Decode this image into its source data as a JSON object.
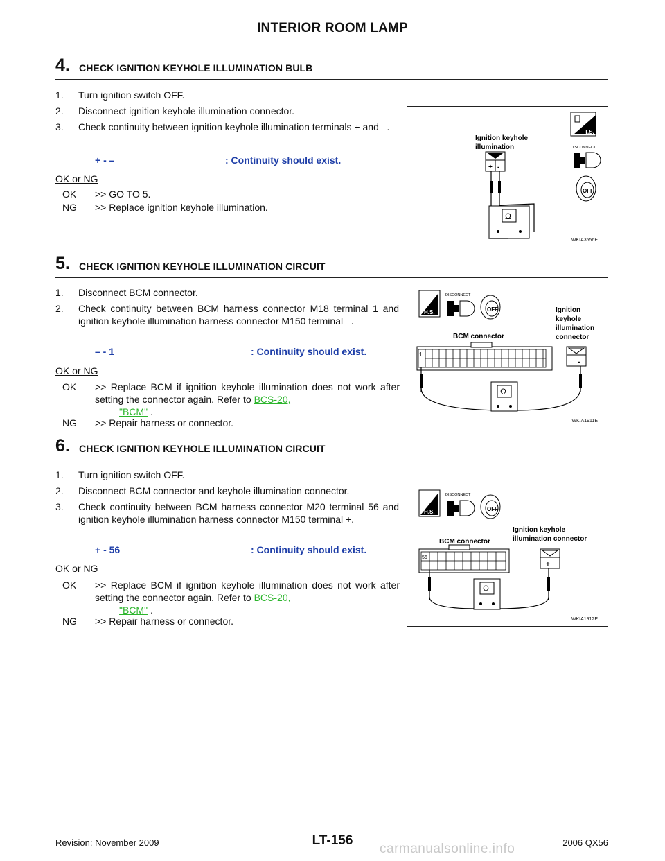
{
  "page": {
    "title": "INTERIOR ROOM LAMP",
    "footer_revision": "Revision: November 2009",
    "footer_page": "LT-156",
    "footer_model": "2006 QX56"
  },
  "steps": [
    {
      "number": "4.",
      "title": "CHECK IGNITION KEYHOLE ILLUMINATION BULB",
      "items": [
        {
          "n": "1.",
          "text": "Turn ignition switch OFF."
        },
        {
          "n": "2.",
          "text": "Disconnect ignition keyhole illumination connector."
        },
        {
          "n": "3.",
          "text": "Check continuity between ignition keyhole illumination terminals + and –."
        }
      ],
      "spec_terminals": "+ - –",
      "spec_result": ": Continuity should exist.",
      "okng": "OK or NG",
      "ok_label": "OK",
      "ok_text": ">> GO TO 5.",
      "ng_label": "NG",
      "ng_text": ">> Replace ignition keyhole illumination.",
      "figure": {
        "code": "WKIA3556E",
        "label_line1": "Ignition keyhole",
        "label_line2": "illumination",
        "badge": "T.S.",
        "disconnect": "DISCONNECT",
        "off": "OFF",
        "plus": "+",
        "minus": "-",
        "ohm": "Ω"
      }
    },
    {
      "number": "5.",
      "title": "CHECK IGNITION KEYHOLE ILLUMINATION CIRCUIT",
      "items": [
        {
          "n": "1.",
          "text": "Disconnect BCM connector."
        },
        {
          "n": "2.",
          "text": "Check continuity between BCM harness connector M18 terminal 1 and ignition keyhole illumination harness connector M150 terminal –."
        }
      ],
      "spec_terminals": "– - 1",
      "spec_result": ": Continuity should exist.",
      "okng": "OK or NG",
      "ok_label": "OK",
      "ok_text": ">> Replace BCM if ignition keyhole illumination does not work after setting the connector again. Refer to",
      "ok_link1": "BCS-20,",
      "ok_link2": "\"BCM\"",
      "ok_tail": ".",
      "ng_label": "NG",
      "ng_text": ">> Repair harness or connector.",
      "figure": {
        "code": "WKIA1911E",
        "badge": "H.S.",
        "disconnect": "DISCONNECT",
        "off": "OFF",
        "bcm_label": "BCM connector",
        "right_l1": "Ignition",
        "right_l2": "keyhole",
        "right_l3": "illumination",
        "right_l4": "connector",
        "pin": "1",
        "minus": "-",
        "ohm": "Ω"
      }
    },
    {
      "number": "6.",
      "title": "CHECK IGNITION KEYHOLE ILLUMINATION CIRCUIT",
      "items": [
        {
          "n": "1.",
          "text": "Turn ignition switch OFF."
        },
        {
          "n": "2.",
          "text": "Disconnect BCM connector and keyhole illumination connector."
        },
        {
          "n": "3.",
          "text": "Check continuity between BCM harness connector M20 terminal 56 and ignition keyhole illumination harness connector M150 terminal +."
        }
      ],
      "spec_terminals": "+ - 56",
      "spec_result": ": Continuity should exist.",
      "okng": "OK or NG",
      "ok_label": "OK",
      "ok_text": ">> Replace BCM if ignition keyhole illumination does not work after setting the connector again. Refer to",
      "ok_link1": "BCS-20,",
      "ok_link2": "\"BCM\"",
      "ok_tail": ".",
      "ng_label": "NG",
      "ng_text": ">> Repair harness or connector.",
      "figure": {
        "code": "WKIA1912E",
        "badge": "H.S.",
        "disconnect": "DISCONNECT",
        "off": "OFF",
        "bcm_label": "BCM connector",
        "right_l1": "Ignition keyhole",
        "right_l2": "illumination connector",
        "pin": "56",
        "plus": "+",
        "ohm": "Ω"
      }
    }
  ],
  "watermark": "carmanualsonline.info"
}
